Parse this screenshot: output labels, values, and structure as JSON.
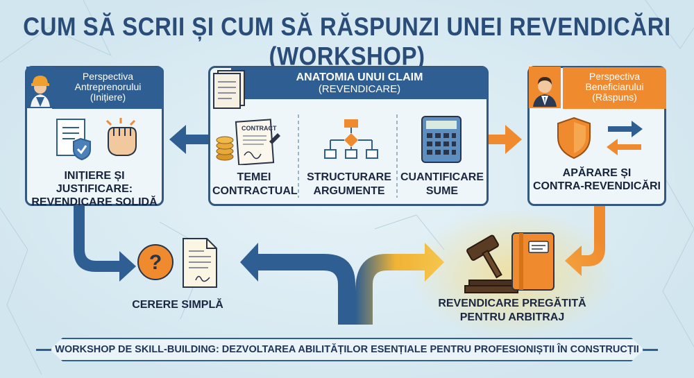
{
  "title": "CUM SĂ SCRII ȘI CUM SĂ RĂSPUNZI UNEI REVENDICĂRI (WORKSHOP)",
  "left_panel": {
    "header_line1": "Perspectiva",
    "header_line2": "Antreprenorului",
    "header_line3": "(Inițiere)",
    "label_line1": "INIȚIERE ȘI JUSTIFICARE:",
    "label_line2": "REVENDICARE SOLIDĂ"
  },
  "center_panel": {
    "header_line1": "ANATOMIA UNUI CLAIM",
    "header_line2": "(REVENDICARE)",
    "contract_text": "CONTRACT",
    "steps": [
      {
        "line1": "TEMEI",
        "line2": "CONTRACTUAL"
      },
      {
        "line1": "STRUCTURARE",
        "line2": "ARGUMENTE"
      },
      {
        "line1": "CUANTIFICARE",
        "line2": "SUME"
      }
    ]
  },
  "right_panel": {
    "header_line1": "Perspectiva",
    "header_line2": "Beneficiarului",
    "header_line3": "(Răspuns)",
    "label_line1": "APĂRARE ȘI",
    "label_line2": "CONTRA-REVENDICĂRI"
  },
  "simple_claim": {
    "label": "CERERE SIMPLĂ"
  },
  "arbitration": {
    "line1": "REVENDICARE PREGĂTITĂ",
    "line2": "PENTRU ARBITRAJ"
  },
  "footer": "WORKSHOP DE SKILL-BUILDING: DEZVOLTAREA ABILITĂȚILOR ESENȚIALE PENTRU PROFESIONIȘTII ÎN CONSTRUCȚII",
  "colors": {
    "navy": "#2f5f92",
    "orange": "#ef8a2e",
    "background": "#dcecf3"
  },
  "icons": [
    "worker-avatar-icon",
    "document-shield-icon",
    "fist-icon",
    "contract-icon",
    "coins-icon",
    "flowchart-icon",
    "calculator-icon",
    "businessman-avatar-icon",
    "shield-icon",
    "exchange-arrows-icon",
    "question-icon",
    "paper-icon",
    "gavel-icon",
    "binder-icon"
  ]
}
